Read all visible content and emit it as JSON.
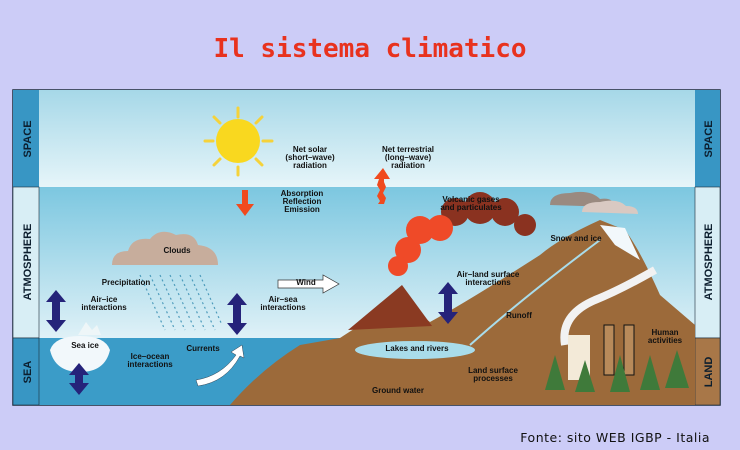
{
  "title": "Il sistema climatico",
  "source": "Fonte: sito WEB IGBP - Italia",
  "bands": {
    "space": "SPACE",
    "atmosphere": "ATMOSPHERE",
    "sea": "SEA",
    "land": "LAND"
  },
  "labels": {
    "net_solar": [
      "Net solar",
      "(short–wave)",
      "radiation"
    ],
    "net_terrestrial": [
      "Net terrestrial",
      "(long–wave)",
      "radiation"
    ],
    "absorption": [
      "Absorption",
      "Reflection",
      "Emission"
    ],
    "volcanic": [
      "Volcanic gases",
      "and particulates"
    ],
    "clouds": "Clouds",
    "precipitation": "Precipitation",
    "wind": "Wind",
    "air_ice": [
      "Air–ice",
      "interactions"
    ],
    "air_sea": [
      "Air–sea",
      "interactions"
    ],
    "air_land": [
      "Air–land surface",
      "interactions"
    ],
    "snow_ice": "Snow and ice",
    "runoff": "Runoff",
    "human": [
      "Human",
      "activities"
    ],
    "sea_ice": "Sea ice",
    "ice_ocean": [
      "Ice–ocean",
      "interactions"
    ],
    "currents": "Currents",
    "lakes": "Lakes and rivers",
    "land_surface": [
      "Land surface",
      "processes"
    ],
    "ground_water": "Ground water"
  },
  "colors": {
    "background": "#ccccf7",
    "title": "#e8321e",
    "arrow_red": "#f04a1e",
    "arrow_blue": "#25237a",
    "sea": "#3b9cc8",
    "land": "#9c6a3a"
  }
}
